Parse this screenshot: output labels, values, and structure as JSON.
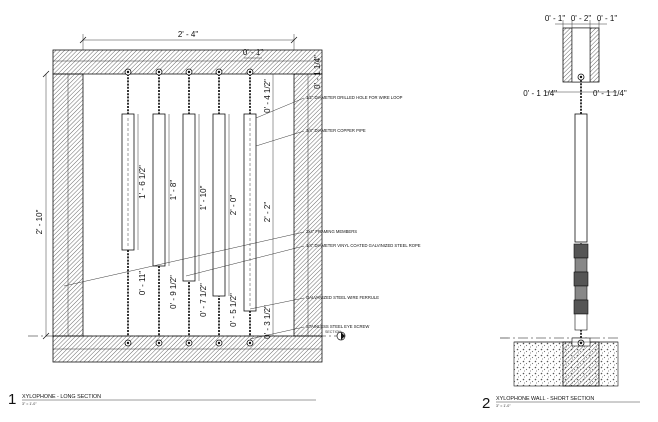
{
  "long_section": {
    "number": "1",
    "title": "XYLOPHONE - LONG SECTION",
    "scale": "3\" = 1'-0\"",
    "dims": {
      "overall_width": "2' - 4\"",
      "top_offset": "0' - 1\"",
      "top_right": "0' - 1 1/4\"",
      "left_height": "2' - 10\"",
      "right_span": "2' - 2\"",
      "right_top": "0' - 4 1/2\"",
      "right_bottom": "0' - 3 1/2\""
    },
    "pipes": [
      {
        "length": "1' - 6 1/2\"",
        "offset": "0' - 11\""
      },
      {
        "length": "1' - 8\"",
        "offset": "0' - 9 1/2\""
      },
      {
        "length": "1' - 10\"",
        "offset": "0' - 7 1/2\""
      },
      {
        "length": "2' - 0\"",
        "offset": "0' - 5 1/2\""
      }
    ],
    "notes": [
      "1/2\" DIAMETER DRILLED HOLE FOR WIRE LOOP",
      "3/4\" DIAMETER COPPER PIPE",
      "2x4\" FRAMING MEMBERS",
      "1/4\" DIAMETER VINYL COATED GALVINIZED STEEL ROPE",
      "GALVANIZED STEEL WIRE FERRULE",
      "STAINLESS STEEL EYE SCREW"
    ],
    "section_mark_top": "SECTION",
    "section_mark_num": "2"
  },
  "short_section": {
    "number": "2",
    "title": "XYLOPHONE WALL - SHORT SECTION",
    "scale": "3\" = 1'-0\"",
    "dims": {
      "top_left": "0' - 1\"",
      "top_mid": "0' - 2\"",
      "top_right": "0' - 1\"",
      "side_left": "0' - 1 1/4\"",
      "side_right": "0' - 1 1/4\""
    }
  },
  "colors": {
    "line": "#111111",
    "hatch": "#333333",
    "paper": "#ffffff"
  }
}
